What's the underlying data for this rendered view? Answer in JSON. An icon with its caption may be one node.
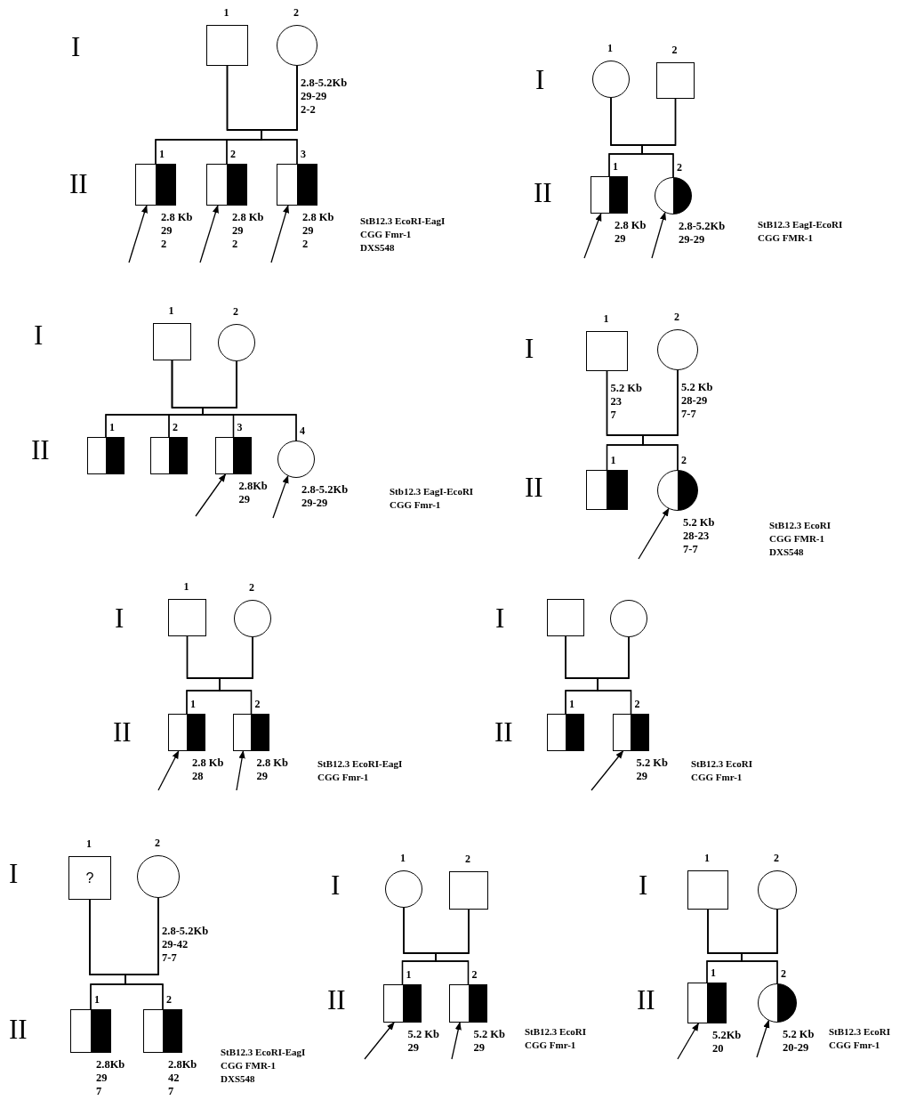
{
  "diagram": {
    "nodes": [
      {
        "text": [],
        "shape": "box",
        "beside": [
          "1"
        ]
      },
      {
        "text": [],
        "shape": "circle",
        "beside": [
          "2",
          "2.8-5.2Kb",
          "29-29",
          "2-2"
        ]
      },
      {
        "text": [],
        "shape": "box",
        "beside": [
          "1",
          "2.8 Kb",
          "29",
          "2"
        ]
      },
      {
        "text": [],
        "shape": "box",
        "beside": [
          "2",
          "2.8 Kb",
          "29",
          "2"
        ]
      },
      {
        "text": [],
        "shape": "box",
        "beside": [
          "3",
          "2.8 Kb",
          "29",
          "2"
        ]
      },
      {
        "text": [],
        "shape": "circle",
        "beside": [
          "1"
        ]
      },
      {
        "text": [],
        "shape": "box",
        "beside": [
          "2"
        ]
      },
      {
        "text": [],
        "shape": "box",
        "beside": [
          "1",
          "2.8 Kb",
          "29"
        ]
      },
      {
        "text": [],
        "shape": "circle",
        "beside": [
          "2",
          "2.8-5.2Kb",
          "29-29"
        ]
      },
      {
        "text": [],
        "shape": "box",
        "beside": [
          "1"
        ]
      },
      {
        "text": [],
        "shape": "circle",
        "beside": [
          "2"
        ]
      },
      {
        "text": [],
        "shape": "box",
        "beside": [
          "1"
        ]
      },
      {
        "text": [],
        "shape": "box",
        "beside": [
          "2"
        ]
      },
      {
        "text": [],
        "shape": "box",
        "beside": [
          "3",
          "2.8Kb",
          "29"
        ]
      },
      {
        "text": [],
        "shape": "circle",
        "beside": [
          "4",
          "2.8-5.2Kb",
          "29-29"
        ]
      },
      {
        "text": [],
        "shape": "box",
        "beside": [
          "1",
          "5.2 Kb",
          "23",
          "7"
        ]
      },
      {
        "text": [],
        "shape": "circle",
        "beside": [
          "2",
          "5.2 Kb",
          "28-29",
          "7-7"
        ]
      },
      {
        "text": [],
        "shape": "box",
        "beside": [
          "1"
        ]
      },
      {
        "text": [],
        "shape": "circle",
        "beside": [
          "2",
          "5.2 Kb",
          "28-23",
          "7-7"
        ]
      },
      {
        "text": [],
        "shape": "box",
        "beside": [
          "1"
        ]
      },
      {
        "text": [],
        "shape": "circle",
        "beside": [
          "2"
        ]
      },
      {
        "text": [],
        "shape": "box",
        "beside": [
          "1",
          "2.8 Kb",
          "28"
        ]
      },
      {
        "text": [],
        "shape": "box",
        "beside": [
          "2",
          "2.8 Kb",
          "29"
        ]
      },
      {
        "text": [],
        "shape": "box"
      },
      {
        "text": [],
        "shape": "circle"
      },
      {
        "text": [],
        "shape": "box",
        "beside": [
          "1"
        ]
      },
      {
        "text": [],
        "shape": "box",
        "beside": [
          "2",
          "5.2 Kb",
          "29"
        ]
      },
      {
        "text": [
          "?"
        ],
        "beside": [
          "1"
        ]
      },
      {
        "text": [],
        "shape": "circle",
        "beside": [
          "2",
          "2.8-5.2Kb",
          "29-42",
          "7-7"
        ]
      },
      {
        "text": [],
        "shape": "box",
        "beside": [
          "1",
          "2.8Kb",
          "29",
          "7"
        ]
      },
      {
        "text": [],
        "shape": "box",
        "beside": [
          "2",
          "2.8Kb",
          "42",
          "7"
        ]
      },
      {
        "text": [],
        "shape": "circle",
        "beside": [
          "1"
        ]
      },
      {
        "text": [],
        "shape": "box",
        "beside": [
          "2"
        ]
      },
      {
        "text": [],
        "shape": "box",
        "beside": [
          "1",
          "5.2 Kb",
          "29"
        ]
      },
      {
        "text": [],
        "shape": "box",
        "beside": [
          "2",
          "5.2 Kb",
          "29"
        ]
      },
      {
        "text": [],
        "shape": "box",
        "beside": [
          "1"
        ]
      },
      {
        "text": [],
        "shape": "circle",
        "beside": [
          "2"
        ]
      },
      {
        "text": [],
        "shape": "box",
        "beside": [
          "1",
          "5.2Kb",
          "20"
        ]
      },
      {
        "text": [],
        "shape": "circle",
        "beside": [
          "2",
          "5.2 Kb",
          "20-29"
        ]
      }
    ],
    "edges": [
      {
        "from": 0,
        "to": 1,
        "arrow": "none"
      },
      {
        "from": 0,
        "to": 2,
        "arrow": "none"
      },
      {
        "from": 1,
        "to": 2,
        "arrow": "none"
      },
      {
        "from": 0,
        "to": 3,
        "arrow": "none"
      },
      {
        "from": 1,
        "to": 3,
        "arrow": "none"
      },
      {
        "from": 0,
        "to": 4,
        "arrow": "none"
      },
      {
        "from": 1,
        "to": 4,
        "arrow": "none"
      },
      {
        "from": null,
        "to": 2,
        "arrow": "to"
      },
      {
        "from": null,
        "to": 3,
        "arrow": "to"
      },
      {
        "from": null,
        "to": 4,
        "arrow": "to"
      },
      {
        "from": 5,
        "to": 6,
        "arrow": "none"
      },
      {
        "from": 5,
        "to": 7,
        "arrow": "none"
      },
      {
        "from": 6,
        "to": 7,
        "arrow": "none"
      },
      {
        "from": 5,
        "to": 8,
        "arrow": "none"
      },
      {
        "from": 6,
        "to": 8,
        "arrow": "none"
      },
      {
        "from": null,
        "to": 7,
        "arrow": "to"
      },
      {
        "from": null,
        "to": 8,
        "arrow": "to"
      },
      {
        "from": 9,
        "to": 10,
        "arrow": "none"
      },
      {
        "from": 9,
        "to": 11,
        "arrow": "none"
      },
      {
        "from": 10,
        "to": 11,
        "arrow": "none"
      },
      {
        "from": 9,
        "to": 12,
        "arrow": "none"
      },
      {
        "from": 10,
        "to": 12,
        "arrow": "none"
      },
      {
        "from": 9,
        "to": 13,
        "arrow": "none"
      },
      {
        "from": 10,
        "to": 13,
        "arrow": "none"
      },
      {
        "from": 9,
        "to": 14,
        "arrow": "none"
      },
      {
        "from": 10,
        "to": 14,
        "arrow": "none"
      },
      {
        "from": null,
        "to": 13,
        "arrow": "to"
      },
      {
        "from": null,
        "to": 14,
        "arrow": "to"
      },
      {
        "from": 15,
        "to": 16,
        "arrow": "none"
      },
      {
        "from": 15,
        "to": 17,
        "arrow": "none"
      },
      {
        "from": 16,
        "to": 17,
        "arrow": "none"
      },
      {
        "from": 15,
        "to": 18,
        "arrow": "none"
      },
      {
        "from": 16,
        "to": 18,
        "arrow": "none"
      },
      {
        "from": null,
        "to": 18,
        "arrow": "to"
      },
      {
        "from": 19,
        "to": 20,
        "arrow": "none"
      },
      {
        "from": 19,
        "to": 21,
        "arrow": "none"
      },
      {
        "from": 20,
        "to": 21,
        "arrow": "none"
      },
      {
        "from": 19,
        "to": 22,
        "arrow": "none"
      },
      {
        "from": 20,
        "to": 22,
        "arrow": "none"
      },
      {
        "from": null,
        "to": 21,
        "arrow": "to"
      },
      {
        "from": null,
        "to": 22,
        "arrow": "to"
      },
      {
        "from": 23,
        "to": 24,
        "arrow": "none"
      },
      {
        "from": 23,
        "to": 25,
        "arrow": "none"
      },
      {
        "from": 24,
        "to": 25,
        "arrow": "none"
      },
      {
        "from": 23,
        "to": 26,
        "arrow": "none"
      },
      {
        "from": 24,
        "to": 26,
        "arrow": "none"
      },
      {
        "from": null,
        "to": 26,
        "arrow": "to"
      },
      {
        "from": 27,
        "to": 28,
        "arrow": "none"
      },
      {
        "from": 27,
        "to": 29,
        "arrow": "none"
      },
      {
        "from": 28,
        "to": 29,
        "arrow": "none"
      },
      {
        "from": 27,
        "to": 30,
        "arrow": "none"
      },
      {
        "from": 28,
        "to": 30,
        "arrow": "none"
      },
      {
        "from": 31,
        "to": 32,
        "arrow": "none"
      },
      {
        "from": 31,
        "to": 33,
        "arrow": "none"
      },
      {
        "from": 32,
        "to": 33,
        "arrow": "none"
      },
      {
        "from": 31,
        "to": 34,
        "arrow": "none"
      },
      {
        "from": 32,
        "to": 34,
        "arrow": "none"
      },
      {
        "from": null,
        "to": 33,
        "arrow": "to"
      },
      {
        "from": null,
        "to": 34,
        "arrow": "to"
      },
      {
        "from": 35,
        "to": 36,
        "arrow": "none"
      },
      {
        "from": 35,
        "to": 37,
        "arrow": "none"
      },
      {
        "from": 36,
        "to": 37,
        "arrow": "none"
      },
      {
        "from": 35,
        "to": 38,
        "arrow": "none"
      },
      {
        "from": 36,
        "to": 38,
        "arrow": "none"
      },
      {
        "from": null,
        "to": 37,
        "arrow": "to"
      },
      {
        "from": null,
        "to": 38,
        "arrow": "to"
      }
    ],
    "labels": [
      "I",
      "II",
      "StB12.3 EcoRI-EagI",
      "CGG Fmr-1",
      "DXS548",
      "I",
      "II",
      "StB12.3 EagI-EcoRI",
      "CGG FMR-1",
      "I",
      "II",
      "Stb12.3 EagI-EcoRI",
      "CGG Fmr-1",
      "I",
      "II",
      "StB12.3 EcoRI",
      "CGG FMR-1",
      "DXS548",
      "I",
      "II",
      "StB12.3 EcoRI-EagI",
      "CGG Fmr-1",
      "I",
      "II",
      "StB12.3 EcoRI",
      "CGG Fmr-1",
      "I",
      "II",
      "StB12.3 EcoRI-EagI",
      "CGG FMR-1",
      "DXS548",
      "I",
      "II",
      "StB12.3 EcoRI",
      "CGG Fmr-1",
      "I",
      "II",
      "StB12.3 EcoRI",
      "CGG Fmr-1"
    ]
  }
}
